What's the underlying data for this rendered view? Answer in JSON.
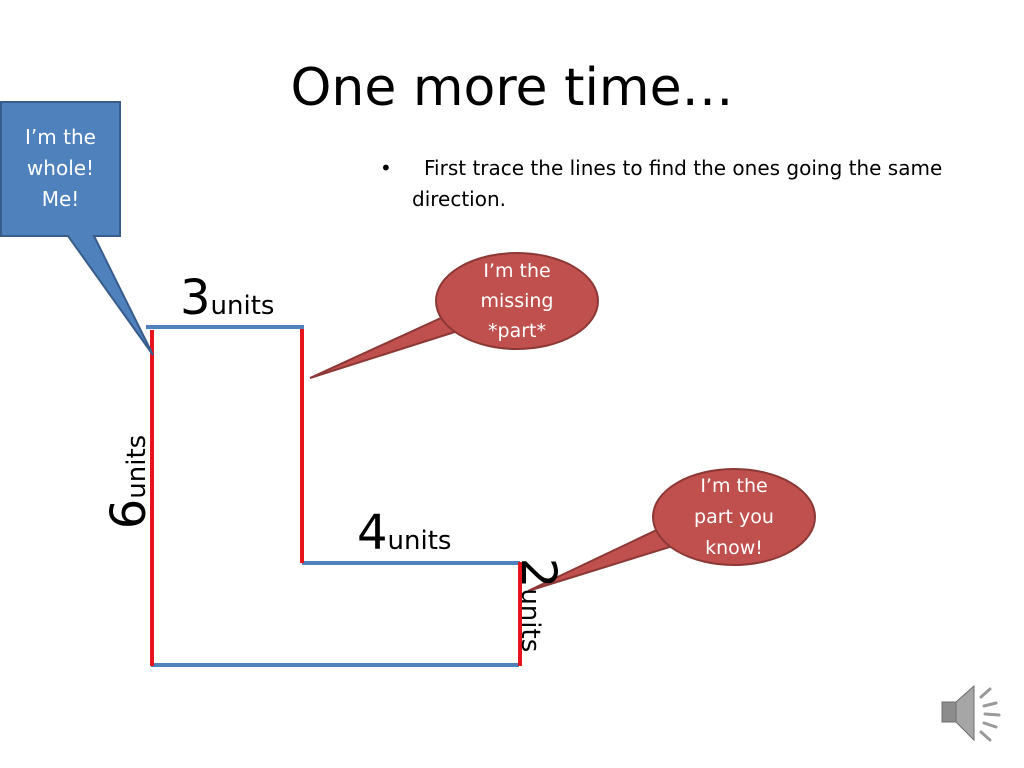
{
  "slide": {
    "title": "One more time…",
    "bullet_marker": "•",
    "bullet_text": "First trace the lines to find the ones going the same direction."
  },
  "callouts": {
    "whole": {
      "line1": "I’m the",
      "line2": "whole!",
      "line3": "Me!"
    },
    "missing": {
      "line1": "I’m the",
      "line2": "missing",
      "line3": "*part*"
    },
    "known": {
      "line1": "I’m the",
      "line2": "part you",
      "line3": "know!"
    }
  },
  "dimensions": {
    "top": {
      "value": "3",
      "unit": "units"
    },
    "left": {
      "value": "6",
      "unit": "units"
    },
    "middle": {
      "value": "4",
      "unit": "units"
    },
    "right": {
      "value": "2",
      "unit": "units"
    }
  },
  "colors": {
    "vertical_segments": "#e8141c",
    "horizontal_segments": "#4f81bd",
    "whole_callout_fill": "#4f81bd",
    "whole_callout_stroke": "#385d8a",
    "part_callout_fill": "#c0504d",
    "part_callout_stroke": "#8c3836"
  },
  "icons": {
    "audio": "speaker-icon"
  }
}
